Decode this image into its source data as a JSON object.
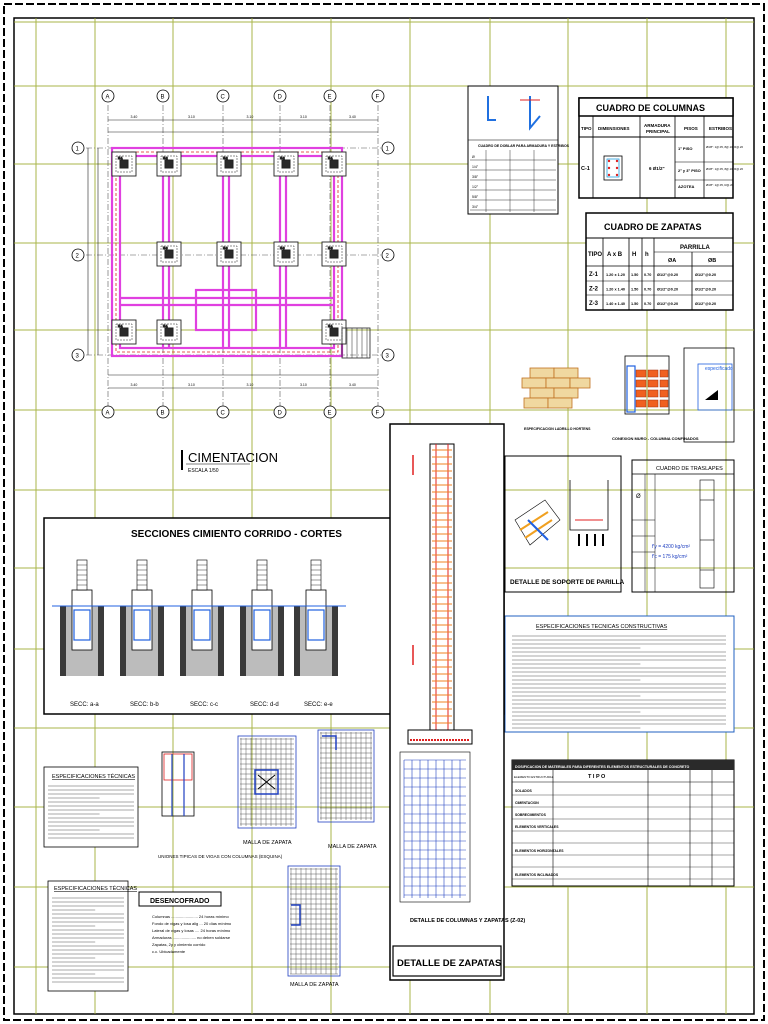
{
  "plan": {
    "title": "CIMENTACION",
    "scale": "ESCALA   1/50",
    "axes_letters": [
      "A",
      "B",
      "C",
      "D",
      "E",
      "F"
    ],
    "axes_numbers": [
      "1",
      "2",
      "3"
    ],
    "top_dims": [
      "3.40",
      "3.10",
      "3.10",
      "3.10",
      "3.40"
    ],
    "bottom_dims": [
      "3.40",
      "3.10",
      "3.10",
      "3.10",
      "3.40"
    ],
    "footing_labels": [
      "Z-1",
      "Z-2",
      "Z-2",
      "Z-2",
      "Z-1",
      "Z-3",
      "Z-3",
      "Z-3",
      "Z-3",
      "Z-1",
      "Z-1",
      "Z-1"
    ]
  },
  "column_table": {
    "title": "CUADRO   DE     COLUMNAS",
    "headers": [
      "TIPO",
      "DIMENSIONES",
      "ARMADURA PRINCIPAL",
      "PISOS",
      "ESTRIBOS"
    ],
    "type": "C-1",
    "armadura": "6 Ø1/2\"",
    "rows": [
      {
        "piso": "1° PISO",
        "estribos": "Ø3/8\": 1@.05, 8@.10, R@.20"
      },
      {
        "piso": "2° y 3° PISO",
        "estribos": "Ø3/8\": 1@.05, 8@.10, R@.20"
      },
      {
        "piso": "AZOTEA",
        "estribos": "Ø3/8\": 1@.05, R@.20"
      }
    ]
  },
  "footing_table": {
    "title": "CUADRO DE ZAPATAS",
    "headers": [
      "TIPO",
      "A x B",
      "H",
      "h",
      "PARRILLA"
    ],
    "subheaders": [
      "ØA",
      "ØB"
    ],
    "rows": [
      {
        "tipo": "Z-1",
        "axb": "1.20 x 1.20",
        "h": "1.50",
        "hh": "0.70",
        "a": "Ø1/2\"@0.20",
        "b": "Ø1/2\"@0.20"
      },
      {
        "tipo": "Z-2",
        "axb": "1.20 x 1.40",
        "h": "1.50",
        "hh": "0.70",
        "a": "Ø1/2\"@0.20",
        "b": "Ø1/2\"@0.20"
      },
      {
        "tipo": "Z-3",
        "axb": "1.40 x 1.40",
        "h": "1.50",
        "hh": "0.70",
        "a": "Ø1/2\"@0.20",
        "b": "Ø1/2\"@0.20"
      }
    ]
  },
  "hook_table": {
    "title": "CUADRO DE DOBLAR PARA ARMADURA Y ESTRIBOS",
    "rows": [
      [
        "Ø",
        "",
        ""
      ],
      [
        "1/4\"",
        "",
        ""
      ],
      [
        "3/8\"",
        "",
        ""
      ],
      [
        "1/2\"",
        "",
        ""
      ],
      [
        "5/8\"",
        "",
        ""
      ],
      [
        "3/4\"",
        "",
        ""
      ]
    ]
  },
  "sections": {
    "title": "SECCIONES CIMIENTO CORRIDO - CORTES",
    "labels": [
      "SECC: a-a",
      "SECC: b-b",
      "SECC: c-c",
      "SECC: d-d",
      "SECC: e-e"
    ]
  },
  "details": {
    "ladrillo": "ESPECIFICACION LADRILLO HORTENS",
    "muro": "CONEXION MURO - COLUMNA CONFINADOS",
    "parrilla_support": "DETALLE DE SOPORTE DE PARILLA",
    "columnas_zapatas": "DETALLE DE COLUMNAS Y ZAPATAS (Z-02)",
    "zapatas_title": "DETALLE DE ZAPATAS",
    "malla1": "MALLA DE ZAPATA",
    "malla2": "MALLA DE ZAPATA",
    "malla3": "MALLA DE ZAPATA",
    "uniones": "UNIONES TIPICAS DE VIGAS CON COLUMNAS (ESQUINA)",
    "specified": "especificado"
  },
  "traslapes": {
    "title": "CUADRO DE TRASLAPES",
    "fy": "f'y = 4200 kg/cm²",
    "fc": "f'c = 175 kg/cm²"
  },
  "specs": {
    "title1": "ESPECIFICACIONES TECNICAS CONSTRUCTIVAS",
    "title2": "ESPECIFICACIONES TÉCNICAS",
    "title3": "ESPECIFICACIONES TÉCNICAS"
  },
  "desencofrado": {
    "title": "DESENCOFRADO",
    "lines": [
      "Columnas ........................ 24 horas mínimo",
      "Fondo de vigas y losa alig ... 20 días mínimo",
      "Lateral de vigas y losas .... 24 horas mínimo",
      "Armaduras ..................... no deben soldarse",
      "Zapatas, 2y y cimiento corrido",
      "c.c. Ubicadamente"
    ]
  },
  "materials_table": {
    "title": "DOSIFICACION DE MATERIALES PARA DIFERENTES ELEMENTOS ESTRUCTURALES DE CONCRETO",
    "headers": [
      "ELEMENTO ESTRUCTURAL",
      "T I P O"
    ],
    "rows": [
      "SOLADOS",
      "CIMENTACION",
      "SOBRECIMIENTOS",
      "ELEMENTOS VERTICALES",
      "",
      "ELEMENTOS HORIZONTALES",
      "",
      "ELEMENTOS INCLINADOS"
    ]
  },
  "colors": {
    "grid": "#8a9a2a",
    "beam": "#e040e0",
    "red": "#e02020",
    "orange": "#f08020",
    "blue": "#2040c0",
    "cyan": "#20a0e0"
  }
}
